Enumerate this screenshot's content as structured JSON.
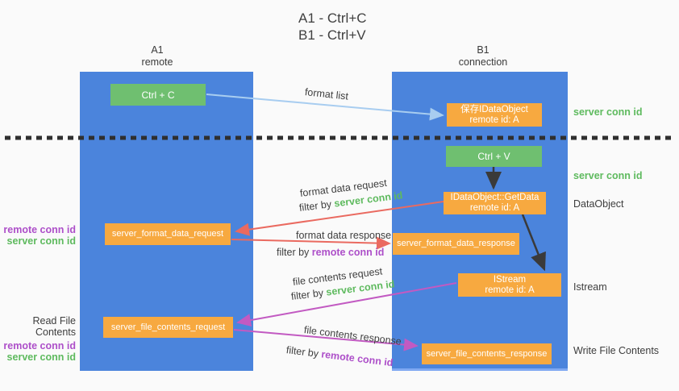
{
  "title": {
    "line1": "A1 - Ctrl+C",
    "line2": "B1 - Ctrl+V"
  },
  "lanes": {
    "left": {
      "name": "A1",
      "role": "remote"
    },
    "right": {
      "name": "B1",
      "role": "connection"
    }
  },
  "nodes": {
    "ctrl_c": {
      "label": "Ctrl + C"
    },
    "ctrl_v": {
      "label": "Ctrl + V"
    },
    "save_dataobject": {
      "line1": "保存IDataObject",
      "line2": "remote id: A"
    },
    "getdata": {
      "line1": "IDataObject::GetData",
      "line2": "remote id: A"
    },
    "istream": {
      "line1": "IStream",
      "line2": "remote id: A"
    },
    "server_format_data_request": {
      "label": "server_format_data_request"
    },
    "server_format_data_response": {
      "label": "server_format_data_response"
    },
    "server_file_contents_request": {
      "label": "server_file_contents_request"
    },
    "server_file_contents_response": {
      "label": "server_file_contents_response"
    }
  },
  "flow_labels": {
    "format_list": "format list",
    "format_data_request": "format data request",
    "format_data_response": "format data response",
    "file_contents_request": "file contents request",
    "file_contents_response": "file contents response",
    "filter_by": "filter by ",
    "server_conn_id": "server conn id",
    "remote_conn_id": "remote conn id"
  },
  "side_labels": {
    "server_conn_id": "server conn id",
    "remote_conn_id": "remote conn id",
    "read_file_contents": "Read File Contents",
    "write_file_contents": "Write File Contents",
    "data_object": "DataObject",
    "istream": "Istream"
  },
  "colors": {
    "background": "#fafafa",
    "lane_blue": "#4b84dc",
    "box_green": "#6fbf70",
    "box_orange": "#f7a940",
    "arrow_lightblue": "#a8cdf0",
    "arrow_red": "#ea6a60",
    "arrow_magenta": "#c25ac2",
    "arrow_black": "#3a3a3a",
    "label_green": "#5eba5e",
    "label_purple": "#ad4fc9"
  }
}
